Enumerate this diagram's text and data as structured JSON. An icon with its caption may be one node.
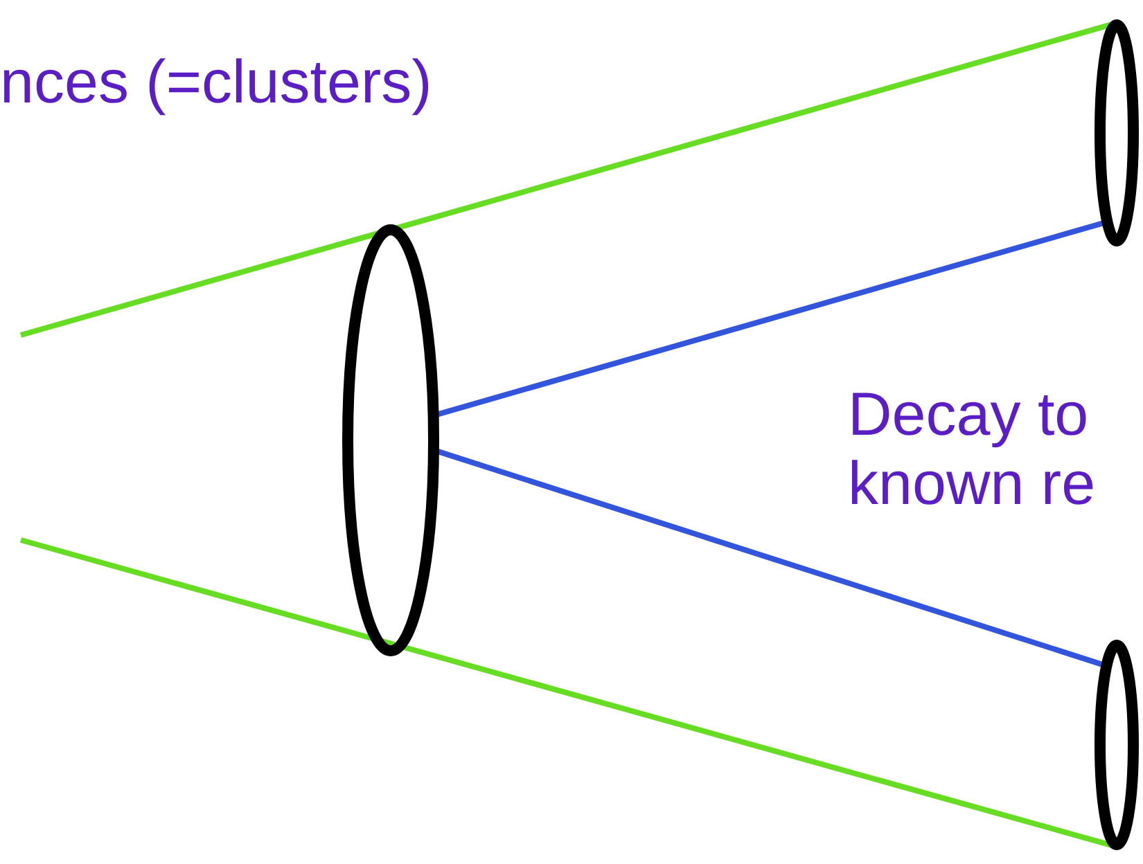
{
  "diagram": {
    "nodes": [
      {
        "text": [],
        "shape": "ellipse"
      },
      {
        "text": [],
        "shape": "ellipse"
      },
      {
        "text": [],
        "shape": "ellipse"
      }
    ],
    "edges": [
      {
        "from": null,
        "to": 1,
        "arrow": "none",
        "color": "#66dd22"
      },
      {
        "from": null,
        "to": 2,
        "arrow": "none",
        "color": "#66dd22"
      },
      {
        "from": 0,
        "to": 1,
        "arrow": "none",
        "color": "#3355dd"
      },
      {
        "from": 0,
        "to": 2,
        "arrow": "none",
        "color": "#3355dd"
      }
    ],
    "labels": [
      "nces (=clusters)",
      "Decay to known re"
    ]
  }
}
